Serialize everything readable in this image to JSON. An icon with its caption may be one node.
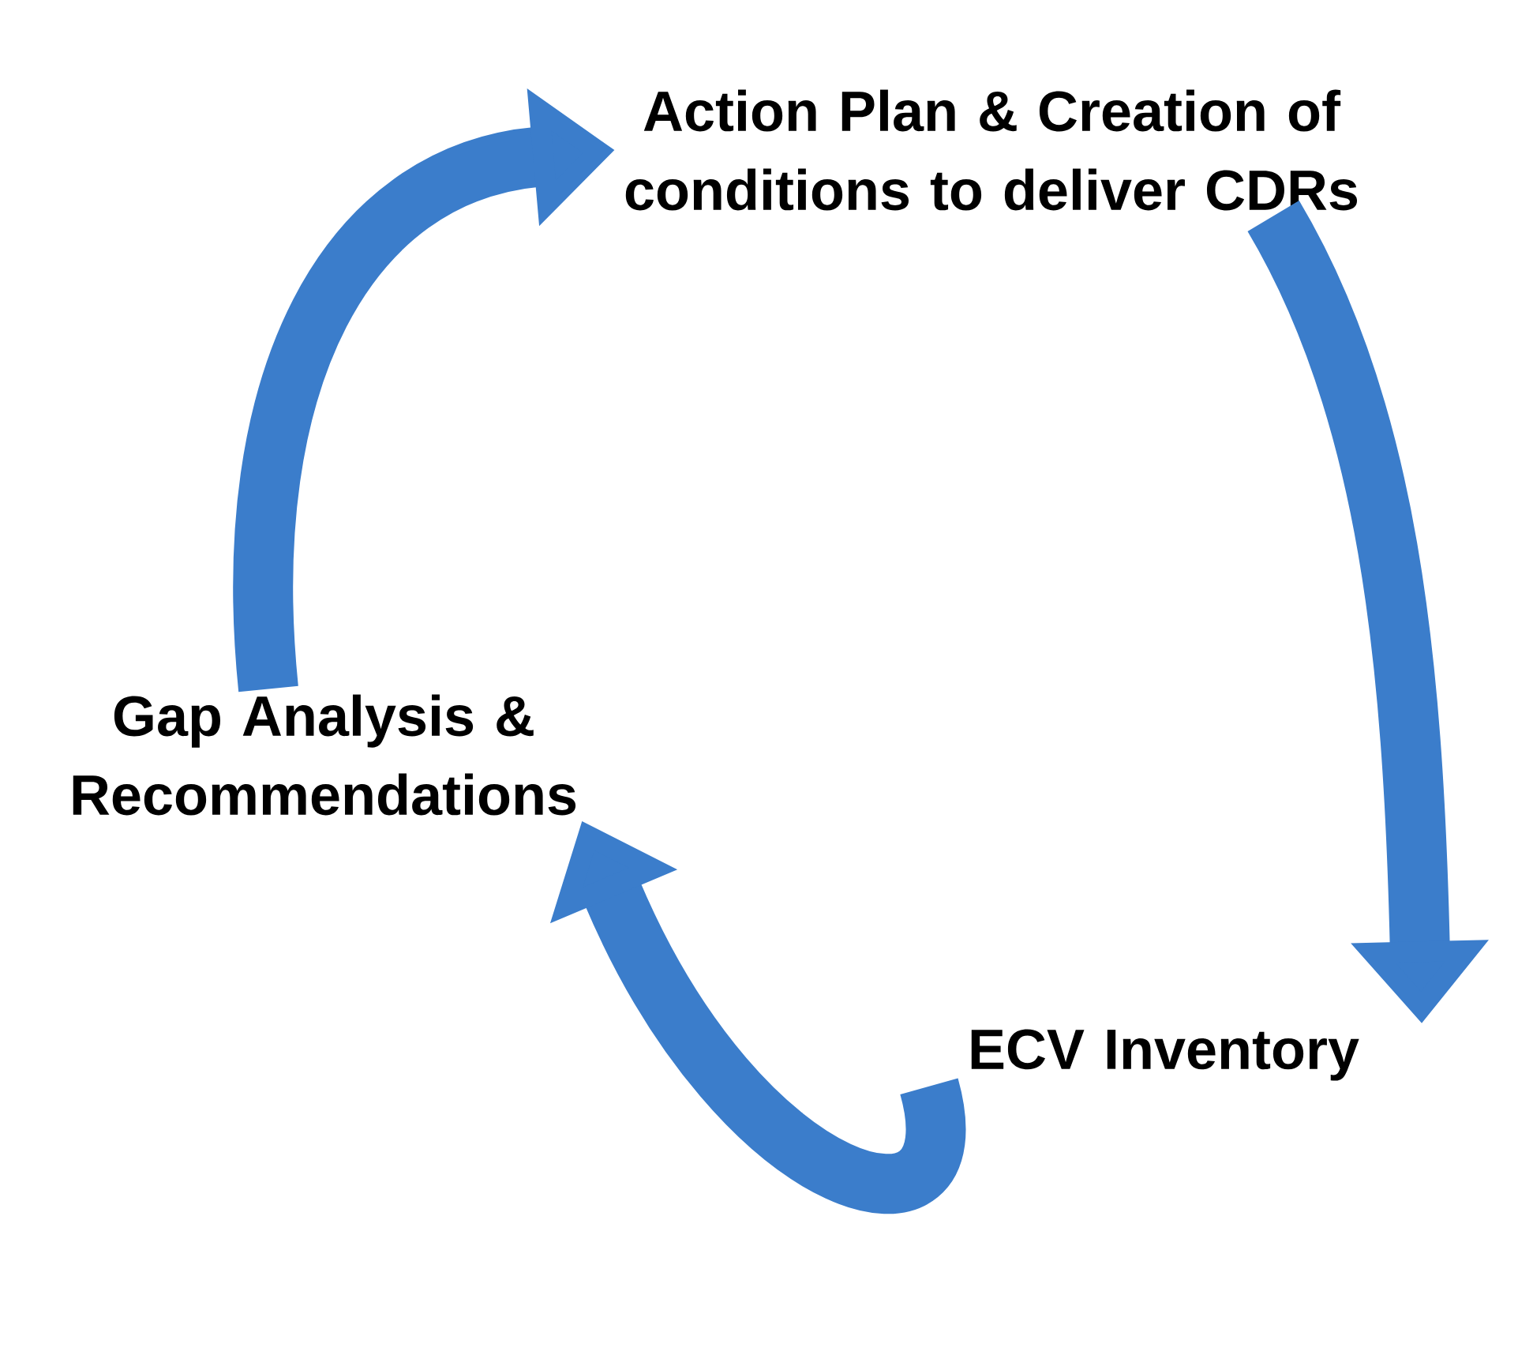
{
  "diagram": {
    "nodes": [
      {
        "text": [
          "Action Plan & Creation of conditions to deliver CDRs"
        ]
      },
      {
        "text": [
          "ECV Inventory"
        ]
      },
      {
        "text": [
          "Gap Analysis & Recommendations"
        ]
      }
    ],
    "edges": [
      {
        "from": 0,
        "to": 1,
        "arrow": "to"
      },
      {
        "from": 1,
        "to": 2,
        "arrow": "to"
      },
      {
        "from": 2,
        "to": 0,
        "arrow": "to"
      }
    ]
  }
}
